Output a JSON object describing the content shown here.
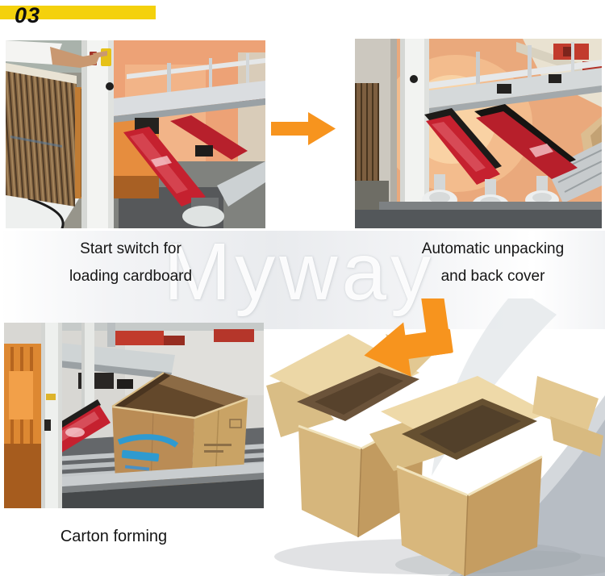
{
  "header": {
    "number": "03"
  },
  "watermark": {
    "text": "Myway"
  },
  "steps": [
    {
      "id": "load-cardboard",
      "caption": [
        "Start switch for",
        "loading cardboard"
      ]
    },
    {
      "id": "auto-unpacking",
      "caption": [
        "Automatic unpacking",
        "and back cover"
      ]
    },
    {
      "id": "carton-forming",
      "caption": [
        "Carton forming"
      ]
    }
  ],
  "icons": {
    "arrow_right": "orange-arrow-right",
    "arrow_bent": "orange-arrow-bent-down-left"
  },
  "colors": {
    "accent_orange": "#F7941E",
    "header_yellow": "#F4D10C",
    "caption_text": "#151515",
    "band_gray": "#E9EBEE",
    "corner_gray": "#B7BDC4",
    "carton_tan": "#D6B67C",
    "machine_red": "#C5212F",
    "machine_salmon": "#EDA276"
  }
}
